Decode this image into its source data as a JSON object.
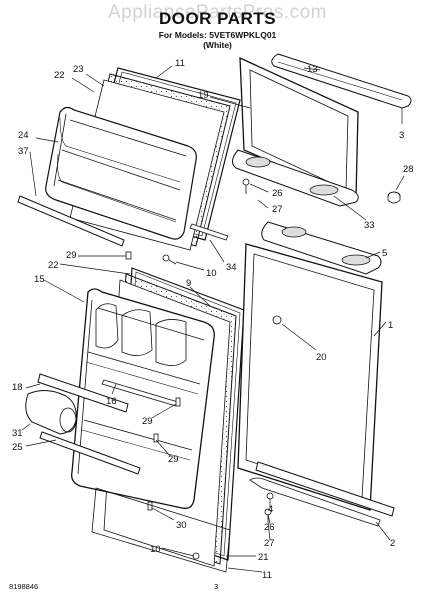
{
  "header": {
    "watermark": "AppliancePartsPros.com",
    "title": "DOOR PARTS",
    "models_line": "For Models: 5VET6WPKLQ01",
    "color_line": "(White)"
  },
  "callouts": {
    "c22a": "22",
    "c23": "23",
    "c11a": "11",
    "c24": "24",
    "c37": "37",
    "c13": "13",
    "c19": "19",
    "c3": "3",
    "c28": "28",
    "c26a": "26",
    "c27a": "27",
    "c33": "33",
    "c29a": "29",
    "c22b": "22",
    "c15": "15",
    "c9": "9",
    "c10a": "10",
    "c34": "34",
    "c5": "5",
    "c1": "1",
    "c20": "20",
    "c18": "18",
    "c16": "16",
    "c29b": "29",
    "c31": "31",
    "c25": "25",
    "c29c": "29",
    "c30": "30",
    "c4": "4",
    "c26b": "26",
    "c27b": "27",
    "c2": "2",
    "c10b": "10",
    "c21": "21",
    "c11b": "11"
  },
  "footer": {
    "doc_number": "8198846",
    "page_number": "3"
  }
}
